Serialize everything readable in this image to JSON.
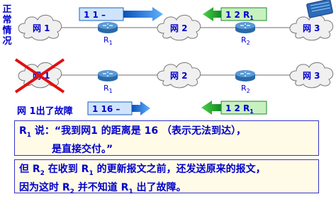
{
  "labels": {
    "side_normal": "正常情况",
    "failure": "网 1出了故障"
  },
  "networks": {
    "net1": "网 1",
    "net2": "网 2",
    "net3": "网 3"
  },
  "routers": {
    "r1": "R",
    "r1_sub": "1",
    "r2": "R",
    "r2_sub": "2"
  },
  "messages": {
    "top_left": "1  1   –",
    "top_right": "1  2  R",
    "top_right_sub": "1",
    "bottom_left": "1  16   –",
    "bottom_right": "1  2  R",
    "bottom_right_sub": "1"
  },
  "note1": {
    "speaker": "R",
    "speaker_sub": "1",
    "line1": " 说：“我到网1 的距离是 16 （表示无法到达），",
    "line2": "是直接交付。”"
  },
  "note2": {
    "part1": "但 R",
    "sub1": "2",
    "part2": " 在收到 R",
    "sub2": "1",
    "part3": " 的更新报文之前，还发送原来的报文，",
    "part4": "因为这时 R",
    "sub3": "2",
    "part5": " 并不知道 R",
    "sub4": "1",
    "part6": " 出了故障。"
  },
  "colors": {
    "link": "#8a8a8a",
    "cloud_fill": "#f0f0f0",
    "router_blue": "#3a7fc1",
    "msg_blue_fill": "#cfe4fb",
    "msg_green_fill": "#c8f0c0",
    "arrow_blue": "#1a73d9",
    "arrow_green": "#1a9e2a",
    "cross_red": "#e01010",
    "text_blue": "#0000cc"
  }
}
